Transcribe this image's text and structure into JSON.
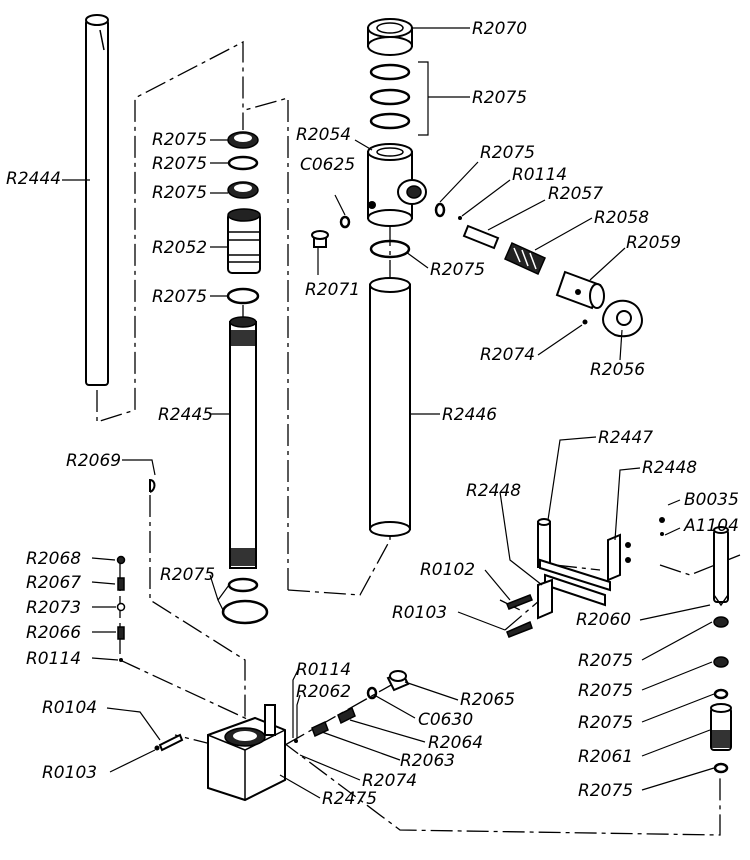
{
  "labels": {
    "r2070": "R2070",
    "r2075_top": "R2075",
    "r2054": "R2054",
    "r2075_side": "R2075",
    "c0625": "C0625",
    "r0114_top": "R0114",
    "r2057": "R2057",
    "r2058": "R2058",
    "r2059": "R2059",
    "r2071": "R2071",
    "r2075_below_body": "R2075",
    "r2074_top": "R2074",
    "r2056": "R2056",
    "r2444": "R2444",
    "r2075_a": "R2075",
    "r2075_b": "R2075",
    "r2075_c": "R2075",
    "r2052": "R2052",
    "r2075_d": "R2075",
    "r2445": "R2445",
    "r2446": "R2446",
    "r2069": "R2069",
    "r2447": "R2447",
    "r2448_right": "R2448",
    "r2448_left": "R2448",
    "b0035": "B0035",
    "a1104": "A1104",
    "r2068": "R2068",
    "r2067": "R2067",
    "r2073": "R2073",
    "r2066": "R2066",
    "r0114_left": "R0114",
    "r2075_e": "R2075",
    "r0102": "R0102",
    "r0103_right": "R0103",
    "r2060": "R2060",
    "r2075_f": "R2075",
    "r2075_g": "R2075",
    "r2075_h": "R2075",
    "r2061": "R2061",
    "r2075_i": "R2075",
    "r0114_base": "R0114",
    "r2062": "R2062",
    "r2065": "R2065",
    "c0630": "C0630",
    "r2064": "R2064",
    "r0104": "R0104",
    "r2063": "R2063",
    "r0103_left": "R0103",
    "r2074_base": "R2074",
    "r2475": "R2475"
  }
}
